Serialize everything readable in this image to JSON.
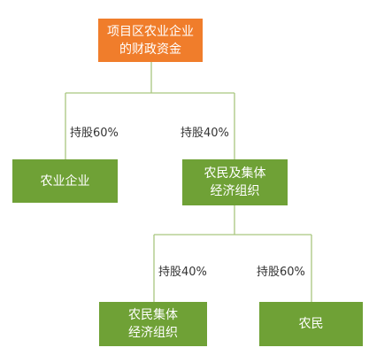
{
  "colors": {
    "root_fill": "#F07D2B",
    "node_fill": "#6FA136",
    "line": "#A9C77F",
    "label_text": "#333333"
  },
  "nodes": {
    "root": {
      "label": "项目区农业企业\n的财政资金"
    },
    "agri_enterprise": {
      "label": "农业企业"
    },
    "collective_org": {
      "label": "农民及集体\n经济组织"
    },
    "collective_econ": {
      "label": "农民集体\n经济组织"
    },
    "farmers": {
      "label": "农民"
    }
  },
  "edges": {
    "root_to_enterprise": {
      "share": "持股60%"
    },
    "root_to_collective": {
      "share": "持股40%"
    },
    "collective_to_econ": {
      "share": "持股40%"
    },
    "collective_to_farmers": {
      "share": "持股60%"
    }
  }
}
